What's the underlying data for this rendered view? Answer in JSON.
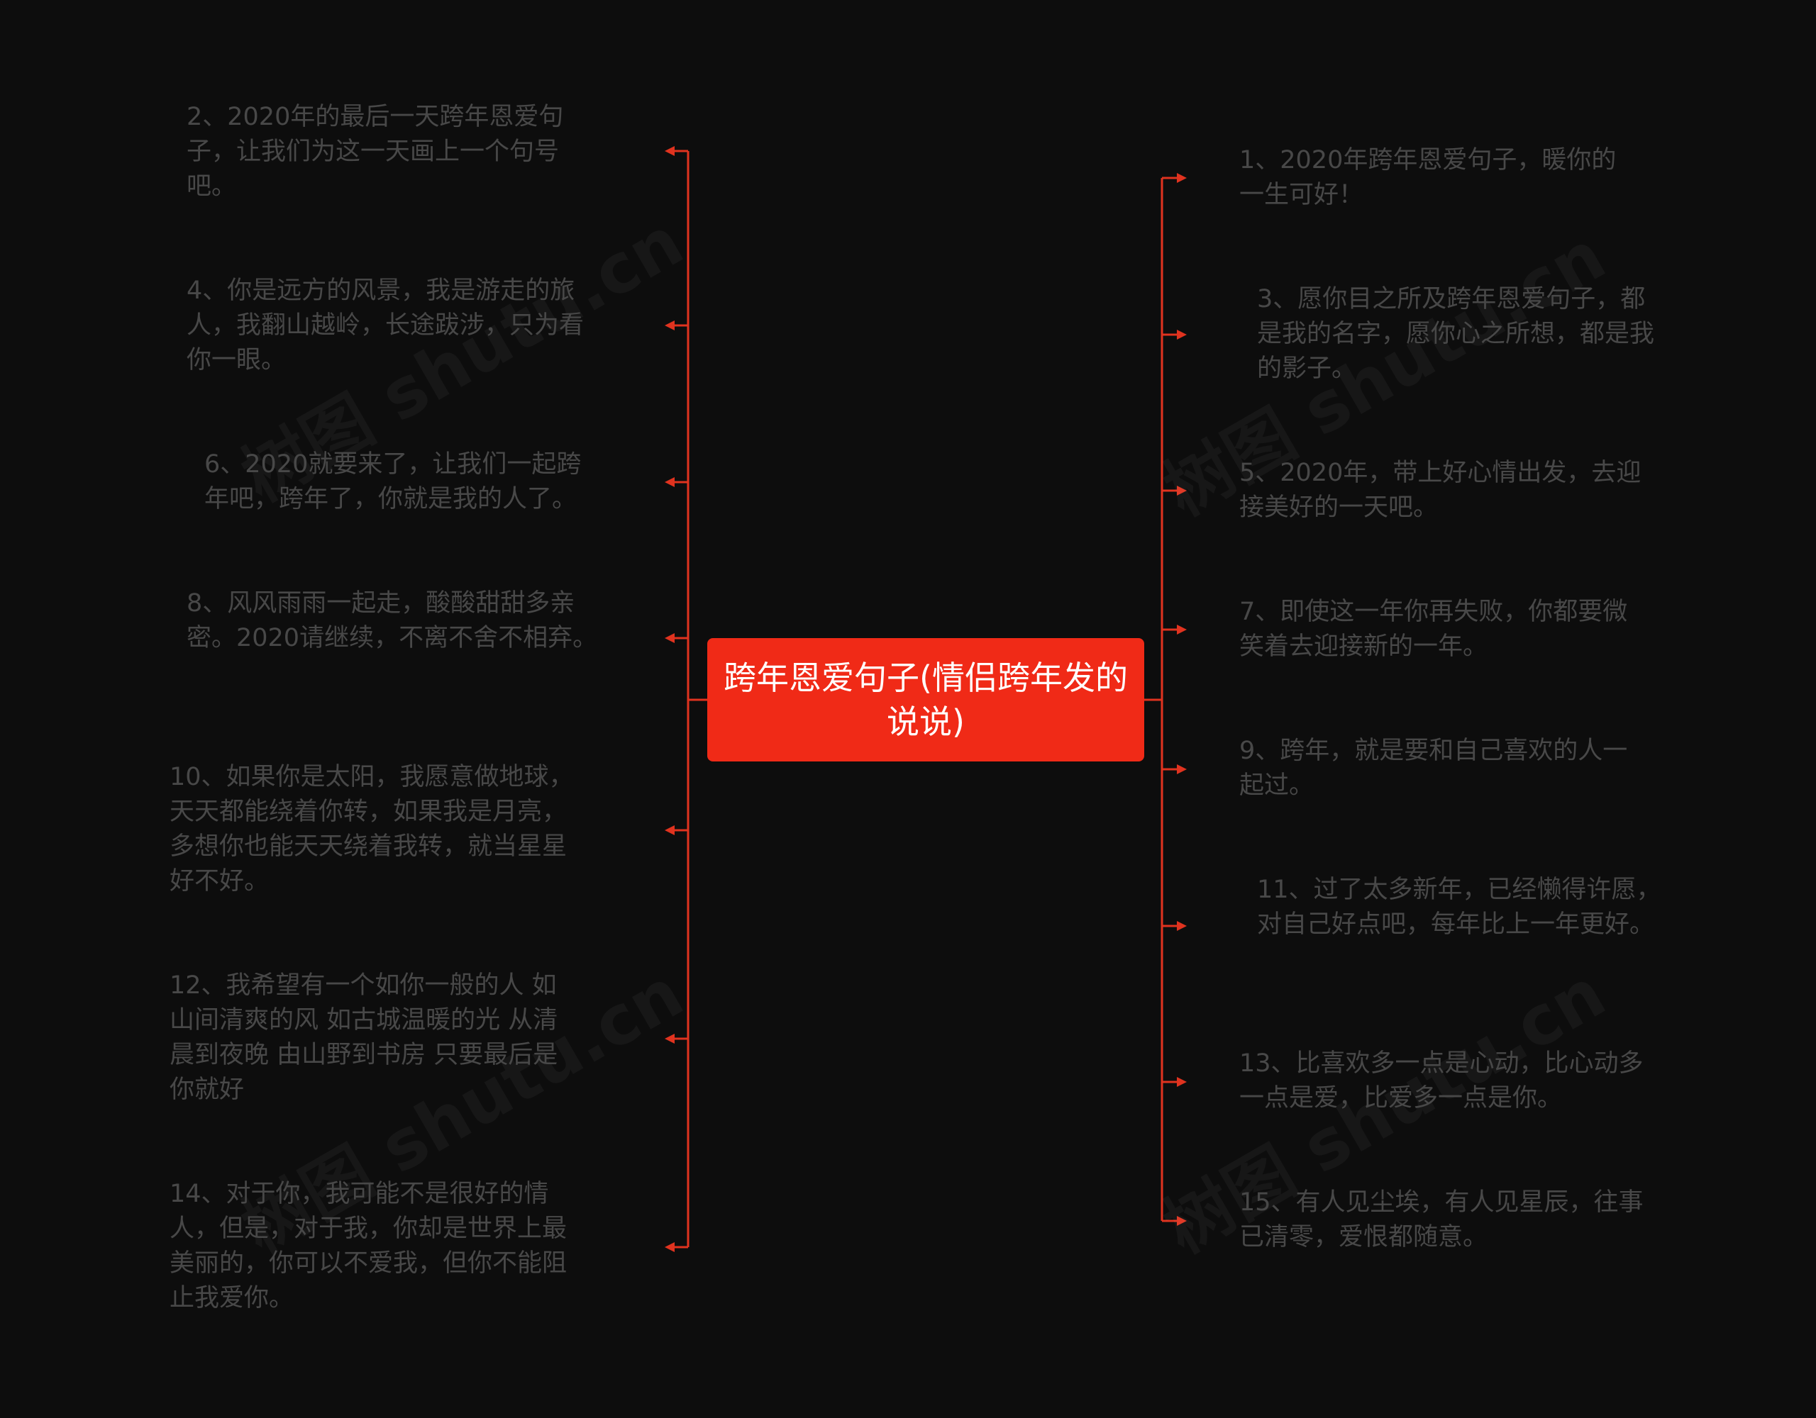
{
  "center": {
    "label": "跨年恩爱句子(情侣跨年发的说说)"
  },
  "left_nodes": [
    {
      "text": "2、2020年的最后一天跨年恩爱句子，让我们为这一天画上一个句号吧。"
    },
    {
      "text": "4、你是远方的风景，我是游走的旅人，我翻山越岭，长途跋涉，只为看你一眼。"
    },
    {
      "text": "6、2020就要来了，让我们一起跨年吧，跨年了，你就是我的人了。"
    },
    {
      "text": "8、风风雨雨一起走，酸酸甜甜多亲密。2020请继续，不离不舍不相弃。"
    },
    {
      "text": "10、如果你是太阳，我愿意做地球，天天都能绕着你转，如果我是月亮，多想你也能天天绕着我转，就当星星好不好。"
    },
    {
      "text": "12、我希望有一个如你一般的人 如山间清爽的风 如古城温暖的光 从清晨到夜晚 由山野到书房 只要最后是你就好"
    },
    {
      "text": "14、对于你，我可能不是很好的情人，但是，对于我，你却是世界上最美丽的，你可以不爱我，但你不能阻止我爱你。"
    }
  ],
  "right_nodes": [
    {
      "text": "1、2020年跨年恩爱句子，暖你的一生可好！"
    },
    {
      "text": "3、愿你目之所及跨年恩爱句子，都是我的名字，愿你心之所想，都是我的影子。"
    },
    {
      "text": "5、2020年，带上好心情出发，去迎接美好的一天吧。"
    },
    {
      "text": "7、即使这一年你再失败，你都要微笑着去迎接新的一年。"
    },
    {
      "text": "9、跨年，就是要和自己喜欢的人一起过。"
    },
    {
      "text": "11、过了太多新年，已经懒得许愿，对自己好点吧，每年比上一年更好。"
    },
    {
      "text": "13、比喜欢多一点是心动，比心动多一点是爱，比爱多一点是你。"
    },
    {
      "text": "15、有人见尘埃，有人见星辰，往事已清零，爱恨都随意。"
    }
  ],
  "watermark": {
    "text": "树图 shutu.cn"
  },
  "colors": {
    "accent": "#f02a17",
    "line": "#e0331f",
    "text": "#484848",
    "background": "#0d0d0d"
  }
}
